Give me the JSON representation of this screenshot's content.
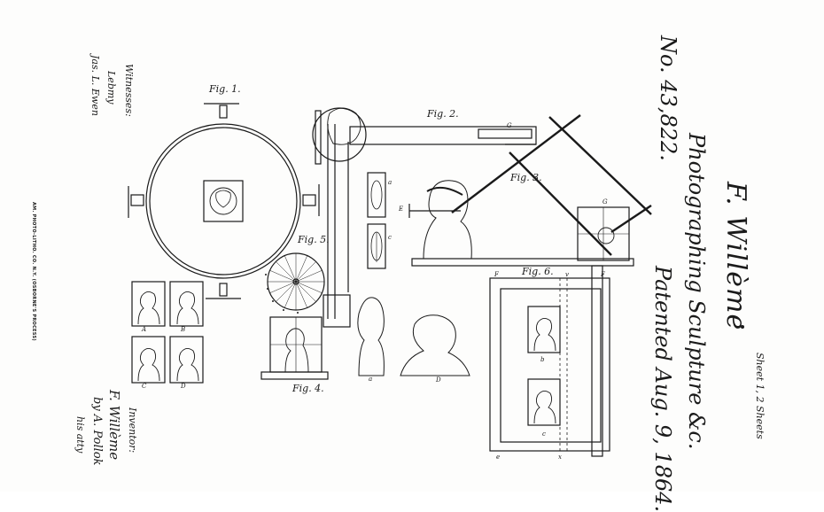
{
  "patent": {
    "number": "No. 43,822.",
    "inventor_name": "F. Willème",
    "subject": "Photographing Sculpture &c.",
    "date": "Patented Aug. 9, 1864.",
    "sheet": "Sheet 1, 2 Sheets"
  },
  "witnesses": {
    "heading": "Witnesses:",
    "sig1": "Lebmy",
    "sig2": "Jas. L. Ewen"
  },
  "inventor_block": {
    "heading": "Inventor:",
    "sig1": "F. Willème",
    "sig2": "by A. Pollok",
    "sig3": "his atty"
  },
  "printer": "AM. PHOTO-LITHO. CO. N.Y. (OSBORNE'S PROCESS)",
  "figures": {
    "fig1": "Fig. 1.",
    "fig2": "Fig. 2.",
    "fig3": "Fig. 3.",
    "fig4": "Fig. 4.",
    "fig5": "Fig. 5.",
    "fig6": "Fig. 6."
  },
  "letters": {
    "A": "A",
    "B": "B",
    "C": "C",
    "D": "D",
    "E": "E",
    "F": "F",
    "G": "G",
    "a": "a",
    "b": "b",
    "c": "c",
    "e": "e",
    "v": "v",
    "x": "x"
  }
}
